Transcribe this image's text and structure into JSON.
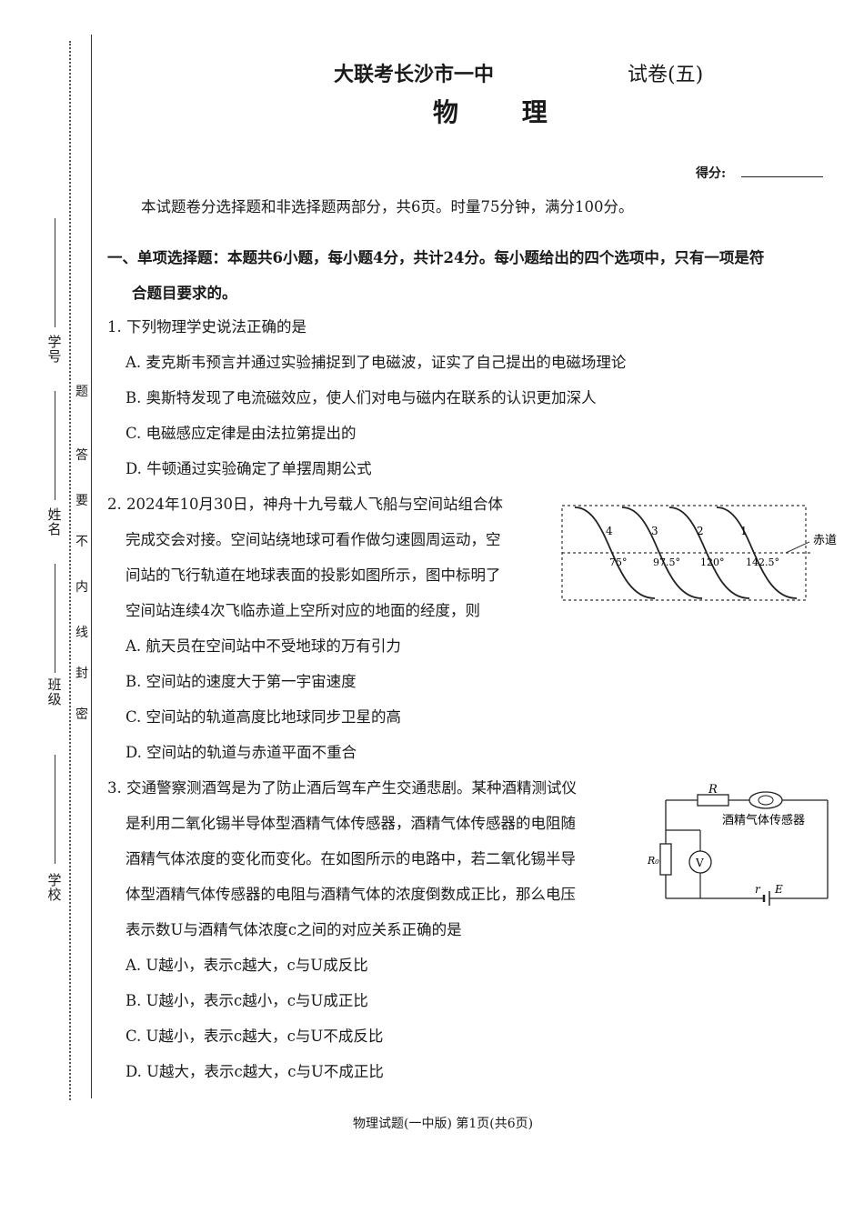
{
  "header": {
    "school": "大联考长沙市一中",
    "paper_no": "试卷(五)",
    "subject": "物 理",
    "score_label": "得分:"
  },
  "binding_margin": {
    "student_id_label": "学号",
    "name_label": "姓名",
    "class_label": "班级",
    "school_label": "学校",
    "warning": [
      "密",
      "封",
      "线",
      "内",
      "不",
      "要",
      "答",
      "题"
    ]
  },
  "intro": "本试题卷分选择题和非选择题两部分，共6页。时量75分钟，满分100分。",
  "section1": {
    "title_line1": "一、单项选择题：本题共6小题，每小题4分，共计24分。每小题给出的四个选项中，只有一项是符",
    "title_line2": "合题目要求的。"
  },
  "questions": [
    {
      "stem_lines": [
        "1. 下列物理学史说法正确的是"
      ],
      "options": [
        "A. 麦克斯韦预言并通过实验捕捉到了电磁波，证实了自己提出的电磁场理论",
        "B. 奥斯特发现了电流磁效应，使人们对电与磁内在联系的认识更加深人",
        "C. 电磁感应定律是由法拉第提出的",
        "D. 牛顿通过实验确定了单摆周期公式"
      ]
    },
    {
      "stem_lines": [
        "2. 2024年10月30日，神舟十九号载人飞船与空间站组合体",
        "完成交会对接。空间站绕地球可看作做匀速圆周运动，空",
        "间站的飞行轨道在地球表面的投影如图所示，图中标明了",
        "空间站连续4次飞临赤道上空所对应的地面的经度，则"
      ],
      "options": [
        "A. 航天员在空间站中不受地球的万有引力",
        "B. 空间站的速度大于第一宇宙速度",
        "C. 空间站的轨道高度比地球同步卫星的高",
        "D. 空间站的轨道与赤道平面不重合"
      ],
      "figure": {
        "track_labels": [
          "4",
          "3",
          "2",
          "1"
        ],
        "longitudes": [
          "75°",
          "97.5°",
          "120°",
          "142.5°"
        ],
        "equator_label": "赤道"
      }
    },
    {
      "stem_lines": [
        "3. 交通警察测酒驾是为了防止酒后驾车产生交通悲剧。某种酒精测试仪",
        "是利用二氧化锡半导体型酒精气体传感器，酒精气体传感器的电阻随",
        "酒精气体浓度的变化而变化。在如图所示的电路中，若二氧化锡半导",
        "体型酒精气体传感器的电阻与酒精气体的浓度倒数成正比，那么电压",
        "表示数U与酒精气体浓度c之间的对应关系正确的是"
      ],
      "options": [
        "A. U越小，表示c越大，c与U成反比",
        "B. U越小，表示c越小，c与U成正比",
        "C. U越小，表示c越大，c与U不成反比",
        "D. U越大，表示c越大，c与U不成正比"
      ],
      "figure": {
        "r_label": "R",
        "sensor_label": "酒精气体传感器",
        "r0_label": "R₀",
        "meter_label": "V",
        "internal_r_label": "r",
        "emf_label": "E"
      }
    }
  ],
  "footer": "物理试题(一中版) 第1页(共6页)"
}
